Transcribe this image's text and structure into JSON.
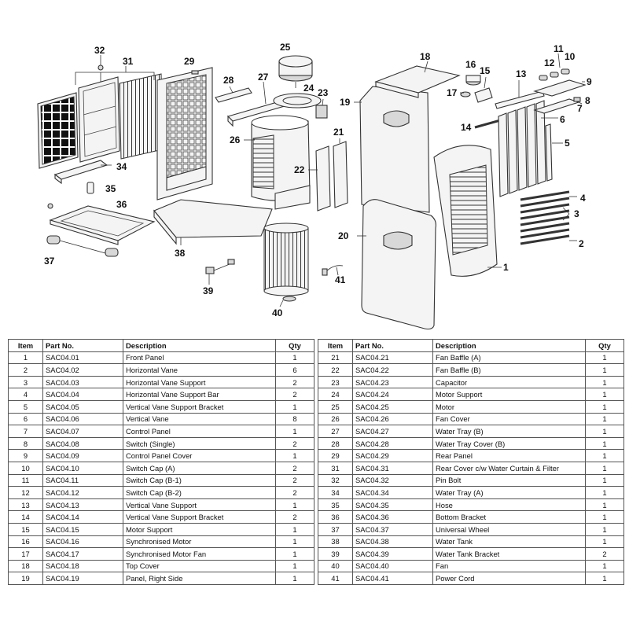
{
  "diagram": {
    "callouts": [
      "1",
      "2",
      "3",
      "4",
      "5",
      "6",
      "7",
      "8",
      "9",
      "10",
      "11",
      "12",
      "13",
      "14",
      "15",
      "16",
      "17",
      "18",
      "19",
      "20",
      "21",
      "22",
      "23",
      "24",
      "25",
      "26",
      "27",
      "28",
      "29",
      "31",
      "32",
      "34",
      "35",
      "36",
      "37",
      "38",
      "39",
      "40",
      "41"
    ]
  },
  "table": {
    "headers": {
      "item": "Item",
      "part_no": "Part No.",
      "description": "Description",
      "qty": "Qty"
    },
    "left_rows": [
      {
        "item": "1",
        "part_no": "SAC04.01",
        "description": "Front Panel",
        "qty": "1"
      },
      {
        "item": "2",
        "part_no": "SAC04.02",
        "description": "Horizontal Vane",
        "qty": "6"
      },
      {
        "item": "3",
        "part_no": "SAC04.03",
        "description": "Horizontal Vane Support",
        "qty": "2"
      },
      {
        "item": "4",
        "part_no": "SAC04.04",
        "description": "Horizontal Vane Support Bar",
        "qty": "2"
      },
      {
        "item": "5",
        "part_no": "SAC04.05",
        "description": "Vertical Vane Support Bracket",
        "qty": "1"
      },
      {
        "item": "6",
        "part_no": "SAC04.06",
        "description": "Vertical Vane",
        "qty": "8"
      },
      {
        "item": "7",
        "part_no": "SAC04.07",
        "description": "Control Panel",
        "qty": "1"
      },
      {
        "item": "8",
        "part_no": "SAC04.08",
        "description": "Switch (Single)",
        "qty": "2"
      },
      {
        "item": "9",
        "part_no": "SAC04.09",
        "description": "Control Panel Cover",
        "qty": "1"
      },
      {
        "item": "10",
        "part_no": "SAC04.10",
        "description": "Switch Cap (A)",
        "qty": "2"
      },
      {
        "item": "11",
        "part_no": "SAC04.11",
        "description": "Switch Cap (B-1)",
        "qty": "2"
      },
      {
        "item": "12",
        "part_no": "SAC04.12",
        "description": "Switch Cap (B-2)",
        "qty": "2"
      },
      {
        "item": "13",
        "part_no": "SAC04.13",
        "description": "Vertical Vane Support",
        "qty": "1"
      },
      {
        "item": "14",
        "part_no": "SAC04.14",
        "description": "Vertical Vane Support Bracket",
        "qty": "2"
      },
      {
        "item": "15",
        "part_no": "SAC04.15",
        "description": "Motor Support",
        "qty": "1"
      },
      {
        "item": "16",
        "part_no": "SAC04.16",
        "description": "Synchronised Motor",
        "qty": "1"
      },
      {
        "item": "17",
        "part_no": "SAC04.17",
        "description": "Synchronised Motor Fan",
        "qty": "1"
      },
      {
        "item": "18",
        "part_no": "SAC04.18",
        "description": "Top Cover",
        "qty": "1"
      },
      {
        "item": "19",
        "part_no": "SAC04.19",
        "description": "Panel, Right Side",
        "qty": "1"
      }
    ],
    "right_rows": [
      {
        "item": "21",
        "part_no": "SAC04.21",
        "description": "Fan Baffle (A)",
        "qty": "1"
      },
      {
        "item": "22",
        "part_no": "SAC04.22",
        "description": "Fan Baffle (B)",
        "qty": "1"
      },
      {
        "item": "23",
        "part_no": "SAC04.23",
        "description": "Capacitor",
        "qty": "1"
      },
      {
        "item": "24",
        "part_no": "SAC04.24",
        "description": "Motor Support",
        "qty": "1"
      },
      {
        "item": "25",
        "part_no": "SAC04.25",
        "description": "Motor",
        "qty": "1"
      },
      {
        "item": "26",
        "part_no": "SAC04.26",
        "description": "Fan Cover",
        "qty": "1"
      },
      {
        "item": "27",
        "part_no": "SAC04.27",
        "description": "Water Tray (B)",
        "qty": "1"
      },
      {
        "item": "28",
        "part_no": "SAC04.28",
        "description": "Water Tray Cover (B)",
        "qty": "1"
      },
      {
        "item": "29",
        "part_no": "SAC04.29",
        "description": "Rear Panel",
        "qty": "1"
      },
      {
        "item": "31",
        "part_no": "SAC04.31",
        "description": "Rear Cover c/w Water Curtain & Filter",
        "qty": "1"
      },
      {
        "item": "32",
        "part_no": "SAC04.32",
        "description": "Pin Bolt",
        "qty": "1"
      },
      {
        "item": "34",
        "part_no": "SAC04.34",
        "description": "Water Tray (A)",
        "qty": "1"
      },
      {
        "item": "35",
        "part_no": "SAC04.35",
        "description": "Hose",
        "qty": "1"
      },
      {
        "item": "36",
        "part_no": "SAC04.36",
        "description": "Bottom Bracket",
        "qty": "1"
      },
      {
        "item": "37",
        "part_no": "SAC04.37",
        "description": "Universal Wheel",
        "qty": "1"
      },
      {
        "item": "38",
        "part_no": "SAC04.38",
        "description": "Water Tank",
        "qty": "1"
      },
      {
        "item": "39",
        "part_no": "SAC04.39",
        "description": "Water Tank Bracket",
        "qty": "2"
      },
      {
        "item": "40",
        "part_no": "SAC04.40",
        "description": "Fan",
        "qty": "1"
      },
      {
        "item": "41",
        "part_no": "SAC04.41",
        "description": "Power Cord",
        "qty": "1"
      }
    ]
  }
}
